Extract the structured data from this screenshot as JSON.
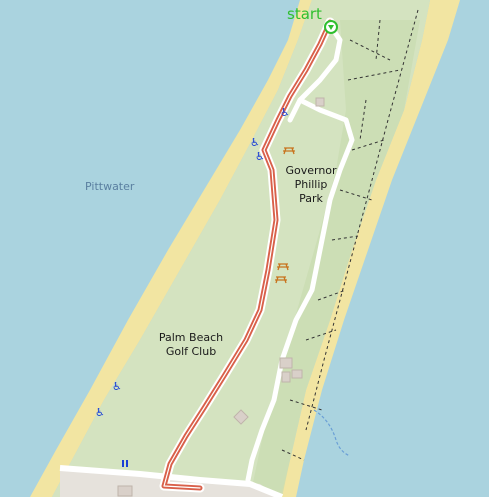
{
  "map": {
    "start_label": "start",
    "water_label": "Pittwater",
    "park_label_lines": [
      "Governor",
      "Phillip",
      "Park"
    ],
    "golf_label_lines": [
      "Palm Beach",
      "Golf Club"
    ],
    "colors": {
      "water": "#aad3df",
      "sand": "#f2e5a2",
      "park": "#d4e3c0",
      "path": "#ffffff",
      "route": "#d9604a",
      "start_text": "#2fbf2f",
      "label": "#1a1a1a",
      "water_label": "#5a7fa0",
      "icon_blue": "#1a3fd6",
      "picnic": "#c8731e"
    },
    "icons": [
      "wheelchair-icon",
      "picnic-table-icon",
      "toilets-icon",
      "start-marker-icon"
    ]
  }
}
